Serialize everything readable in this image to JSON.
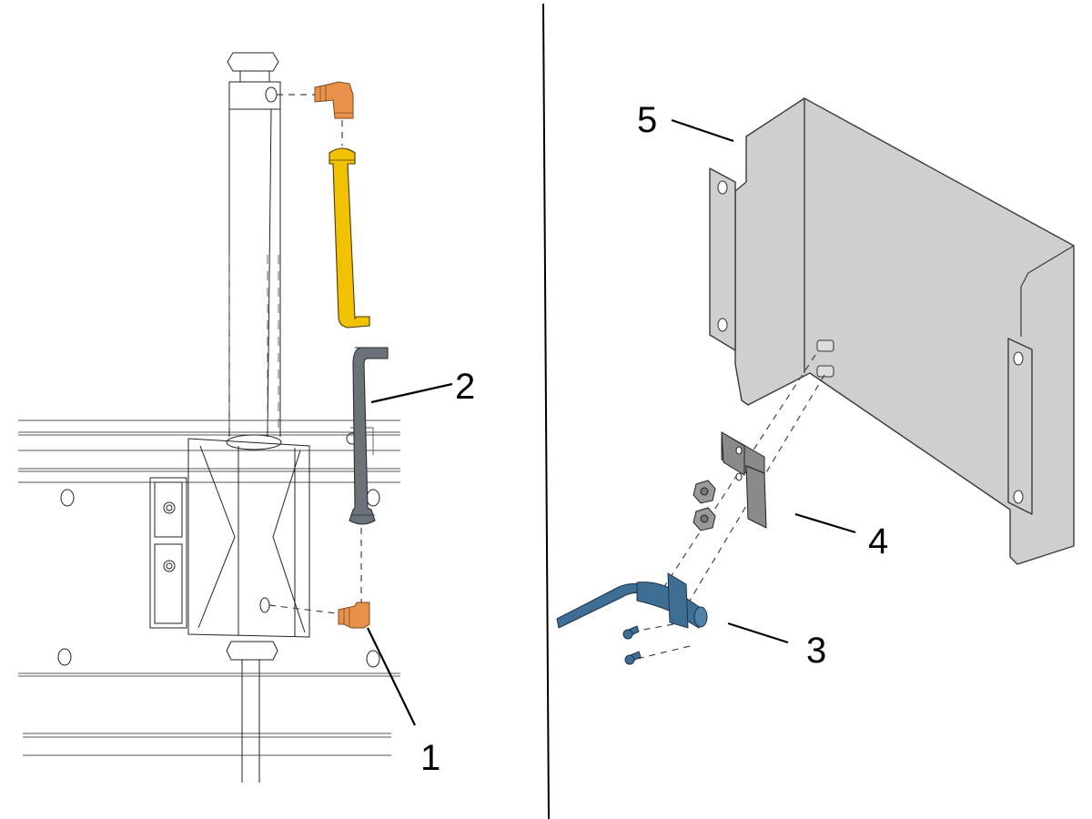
{
  "diagram": {
    "type": "exploded-assembly",
    "panels": [
      "left-view",
      "right-view"
    ],
    "callouts": [
      {
        "id": "1",
        "label": "1",
        "part": "elbow-fitting-lower"
      },
      {
        "id": "2",
        "label": "2",
        "part": "gray-tube"
      },
      {
        "id": "3",
        "label": "3",
        "part": "blue-sensor-bracket-assembly"
      },
      {
        "id": "4",
        "label": "4",
        "part": "gray-mounting-bracket"
      },
      {
        "id": "5",
        "label": "5",
        "part": "sheet-metal-cover"
      }
    ],
    "colors": {
      "fitting_orange": "#e8914a",
      "tube_yellow": "#f2c200",
      "tube_gray": "#6b7378",
      "sensor_blue": "#3f6e94",
      "bracket_gray": "#8a8a8a",
      "cover_gray": "#cfcfcf",
      "divider": "#000000"
    }
  }
}
